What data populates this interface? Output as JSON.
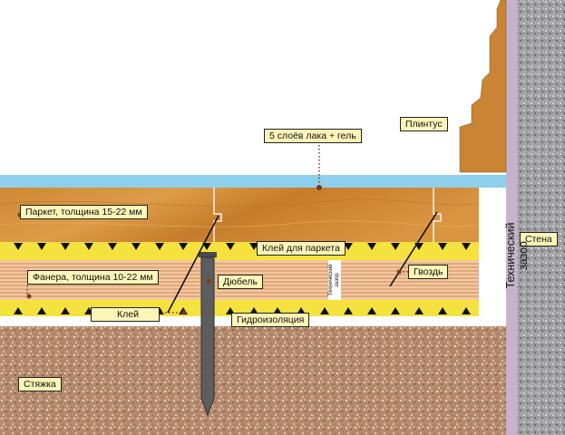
{
  "labels": {
    "lacquer": "5 слоёв лака + гель",
    "plinth": "Плинтус",
    "parquet": "Паркет, толщина 15-22 мм",
    "parquet_glue": "Клей для паркета",
    "plywood": "Фанера, толщина 10-22 мм",
    "dowel": "Дюбель",
    "nail": "Гвоздь",
    "glue": "Клей",
    "waterproofing": "Гидроизоляция",
    "screed": "Стяжка",
    "wall": "Стена",
    "tech_gap_big": "Технический зазор",
    "tech_gap_small": "Технический зазор"
  },
  "colors": {
    "screed": "#b58a6c",
    "wall": "#9d9da0",
    "wall_edge": "#c7b2cb",
    "lacquer": "#8ed0ec",
    "parquet": "#d08a34",
    "glue_layer": "#f5e23e",
    "plywood": "#f2c9a0",
    "plywood_lines": "#d79467",
    "label_bg": "#fdf6b8",
    "plinth": "#c98534"
  }
}
